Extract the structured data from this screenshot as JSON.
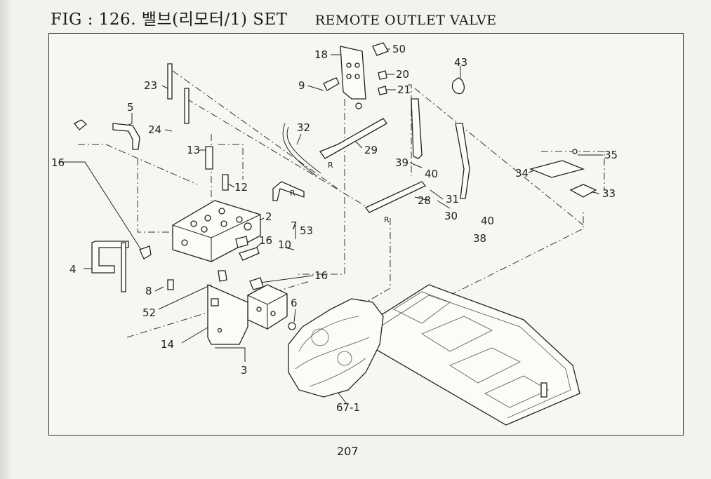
{
  "header": {
    "figure_label": "FIG : 126. 밸브(리모터/1) SET",
    "figure_subtitle": "REMOTE OUTLET VALVE"
  },
  "callouts": [
    "50",
    "18",
    "20",
    "21",
    "9",
    "23",
    "5",
    "24",
    "13",
    "32",
    "29",
    "35",
    "39",
    "40",
    "34",
    "33",
    "12",
    "31",
    "28",
    "30",
    "40",
    "16",
    "2",
    "38",
    "53",
    "7",
    "16",
    "10",
    "4",
    "8",
    "16",
    "6",
    "52",
    "14",
    "3",
    "67-1",
    "43",
    "R",
    "R",
    "R"
  ],
  "page": {
    "number": "207"
  }
}
